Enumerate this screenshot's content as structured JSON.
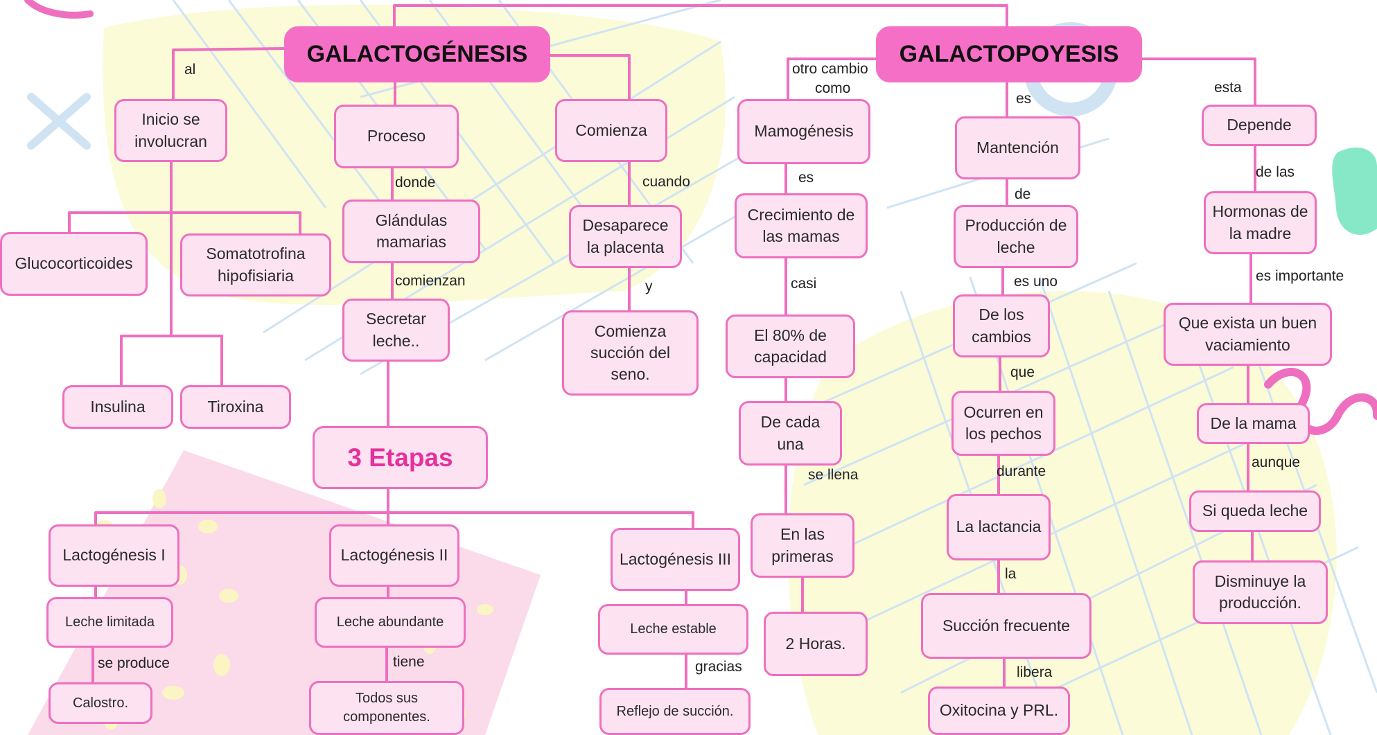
{
  "colors": {
    "node_fill": "#fde3f1",
    "node_border": "#ee6fbf",
    "heading_fill": "#f56fc6",
    "connector": "#ee6fbf",
    "etapas_text": "#e5319e"
  },
  "headings": {
    "galactogenesis": "GALACTOGÉNESIS",
    "galactopoyesis": "GALACTOPOYESIS"
  },
  "nodes": {
    "inicio": "Inicio se involucran",
    "glucocorticoides": "Glucocorticoides",
    "somatotrofina": "Somatotrofina hipofisiaria",
    "insulina": "Insulina",
    "tiroxina": "Tiroxina",
    "proceso": "Proceso",
    "glandulas": "Glándulas mamarias",
    "secretar": "Secretar leche..",
    "comienza": "Comienza",
    "desaparece": "Desaparece la placenta",
    "comienza_succion": "Comienza succión del seno.",
    "etapas": "3 Etapas",
    "lacto1": "Lactogénesis I",
    "leche_limitada": "Leche limitada",
    "calostro": "Calostro.",
    "lacto2": "Lactogénesis II",
    "leche_abundante": "Leche abundante",
    "todos_componentes": "Todos sus componentes.",
    "lacto3": "Lactogénesis III",
    "leche_estable": "Leche estable",
    "reflejo": "Reflejo de succión.",
    "mamogenesis": "Mamogénesis",
    "crecimiento": "Crecimiento de las mamas",
    "ochenta": "El 80% de capacidad",
    "de_cada_una": "De cada una",
    "en_las_primeras": "En las primeras",
    "dos_horas": "2 Horas.",
    "mantencion": "Mantención",
    "produccion": "Producción de leche",
    "de_los_cambios": "De los cambios",
    "ocurren": "Ocurren en los pechos",
    "la_lactancia": "La lactancia",
    "succion_frecuente": "Succión frecuente",
    "oxitocina": "Oxitocina y PRL.",
    "depende": "Depende",
    "hormonas": "Hormonas de la madre",
    "que_exista": "Que exista un buen vaciamiento",
    "de_la_mama": "De la mama",
    "si_queda": "Si queda leche",
    "disminuye": "Disminuye la producción."
  },
  "labels": {
    "al": "al",
    "donde": "donde",
    "comienzan": "comienzan",
    "cuando": "cuando",
    "y": "y",
    "se_produce": "se produce",
    "tiene": "tiene",
    "gracias": "gracias",
    "otro_cambio": "otro cambio",
    "como": "como",
    "es_mamo": "es",
    "casi": "casi",
    "se_llena": "se llena",
    "es_galacto": "es",
    "de": "de",
    "es_uno": "es uno",
    "que": "que",
    "durante": "durante",
    "la": "la",
    "libera": "libera",
    "esta": "esta",
    "de_las": "de las",
    "es_importante": "es importante",
    "aunque": "aunque"
  }
}
